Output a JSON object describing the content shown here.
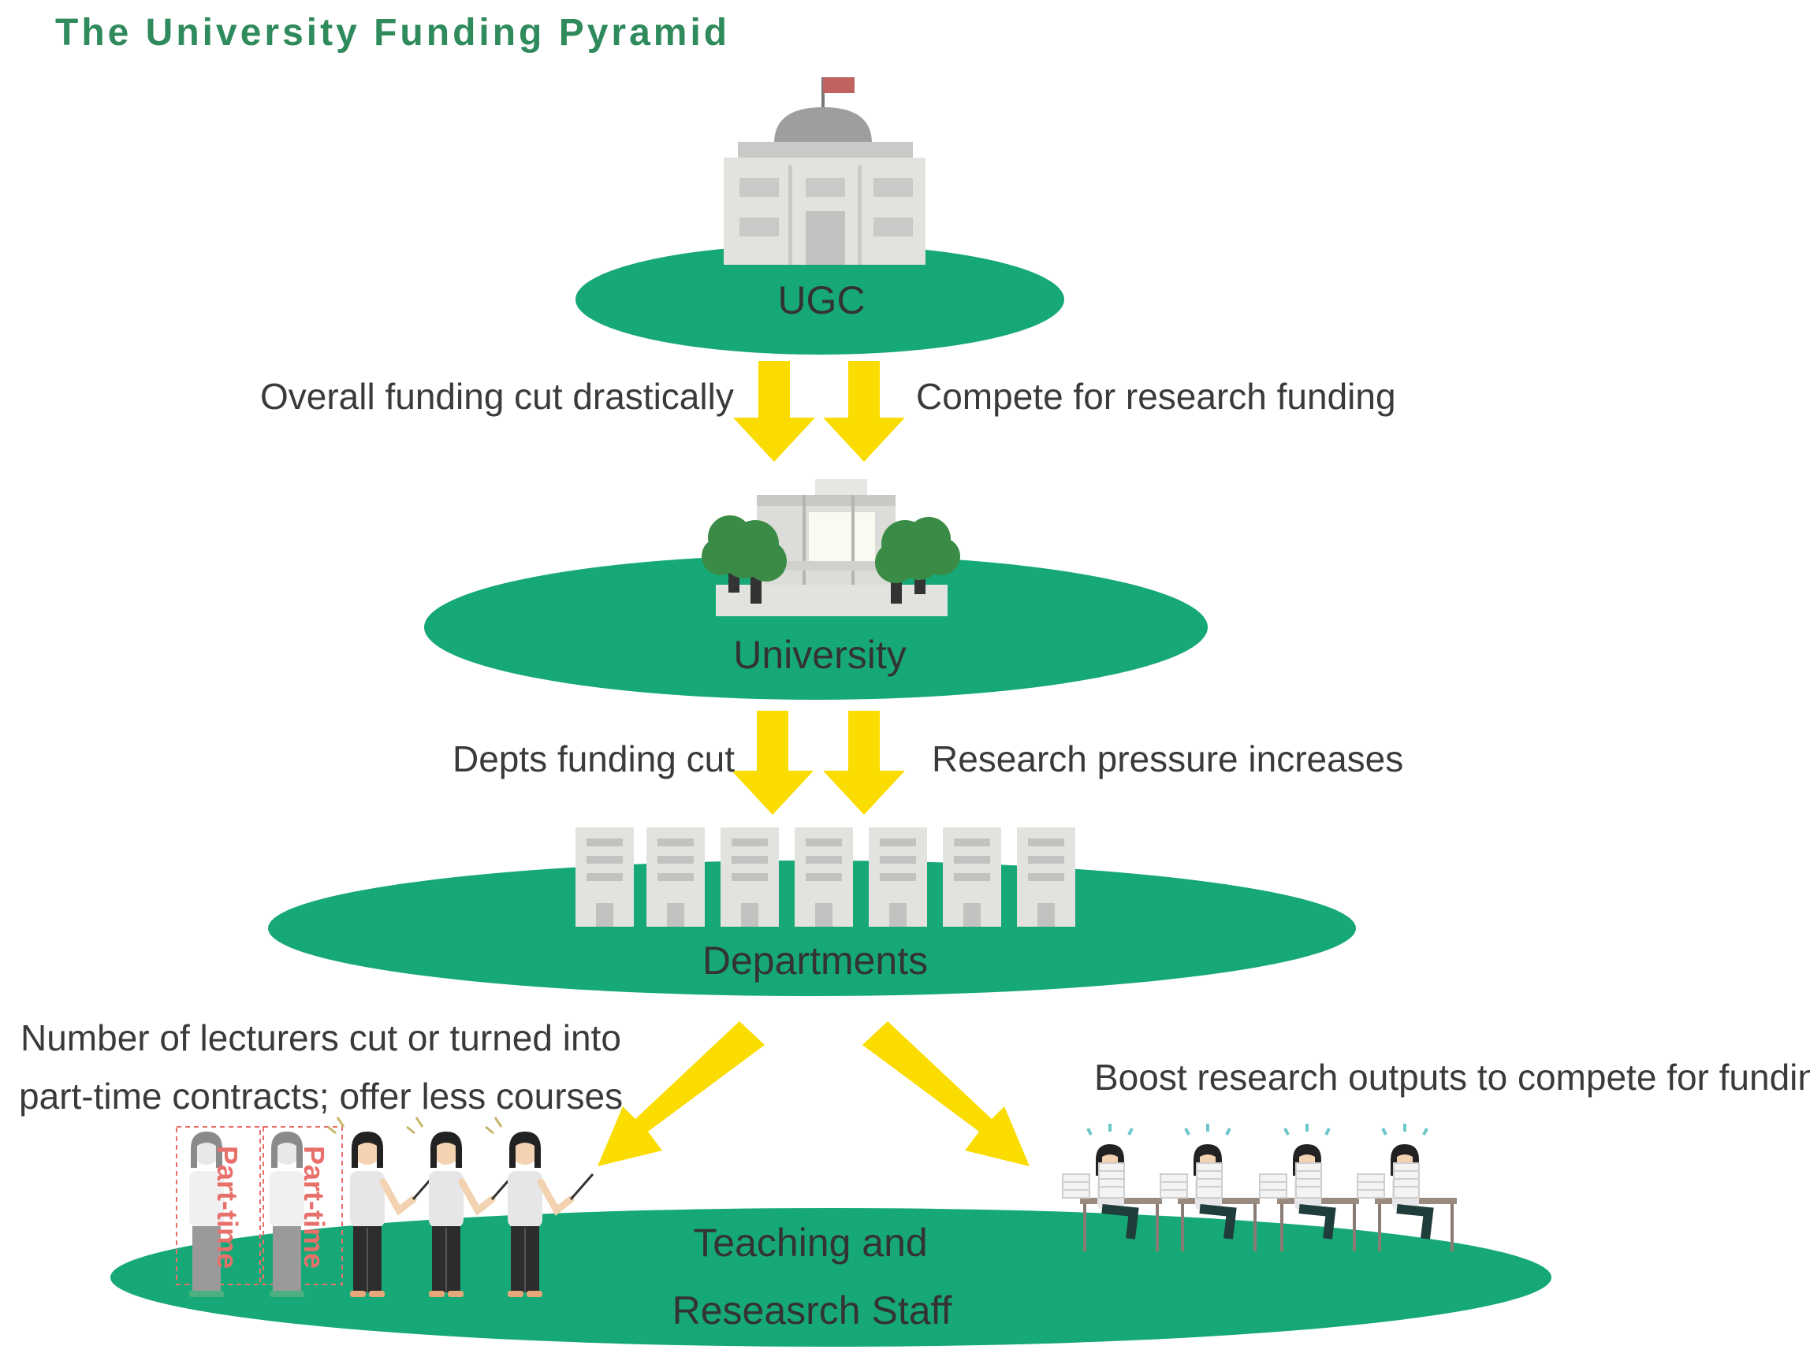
{
  "title": "The University Funding Pyramid",
  "levels": {
    "ugc": "UGC",
    "university": "University",
    "departments": "Departments",
    "staff_line1": "Teaching and",
    "staff_line2": "Reseasrch Staff"
  },
  "arrows": {
    "funding_cut": "Overall funding cut drastically",
    "compete": "Compete for research funding",
    "depts_cut": "Depts funding cut",
    "pressure": "Research pressure increases",
    "lecturers_line1": "Number of lecturers cut or turned into",
    "lecturers_line2": "part-time contracts; offer less courses",
    "boost": "Boost research outputs to compete for funding"
  },
  "part_time_label": "Part-time",
  "colors": {
    "title": "#2f8a5c",
    "ellipse": "#16a977",
    "arrow": "#fbdc00",
    "part_time": "#e8706b",
    "flag": "#c0625f",
    "tree": "#3a8b46"
  }
}
